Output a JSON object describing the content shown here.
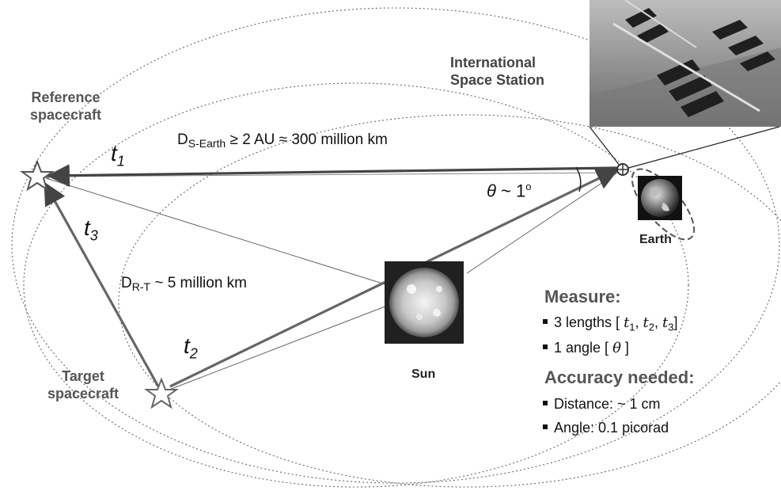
{
  "labels": {
    "iss": [
      "International",
      "Space Station"
    ],
    "reference": [
      "Reference",
      "spacecraft"
    ],
    "target": [
      "Target",
      "spacecraft"
    ],
    "earth": "Earth",
    "sun": "Sun"
  },
  "distances": {
    "d_s_earth": {
      "symbol": "D",
      "subscript": "S-Earth",
      "text": " ≥ 2 AU ≈ 300 million km"
    },
    "d_r_t": {
      "symbol": "D",
      "subscript": "R-T",
      "text": " ~ 5 million km"
    }
  },
  "lengths": {
    "t1": {
      "base": "t",
      "sub": "1"
    },
    "t2": {
      "base": "t",
      "sub": "2"
    },
    "t3": {
      "base": "t",
      "sub": "3"
    }
  },
  "angle": {
    "symbol": "θ",
    "text": " ~ 1",
    "unit": "o"
  },
  "measure": {
    "title": "Measure:",
    "lengths_prefix": "3 lengths [ ",
    "lengths_sep1": ", ",
    "lengths_sep2": ", ",
    "lengths_suffix": "]",
    "angle_prefix": "1 angle [ ",
    "angle_suffix": " ]"
  },
  "accuracy": {
    "title": "Accuracy needed:",
    "distance": "Distance:  ~ 1 cm",
    "angle": "Angle: 0.1 picorad"
  }
}
